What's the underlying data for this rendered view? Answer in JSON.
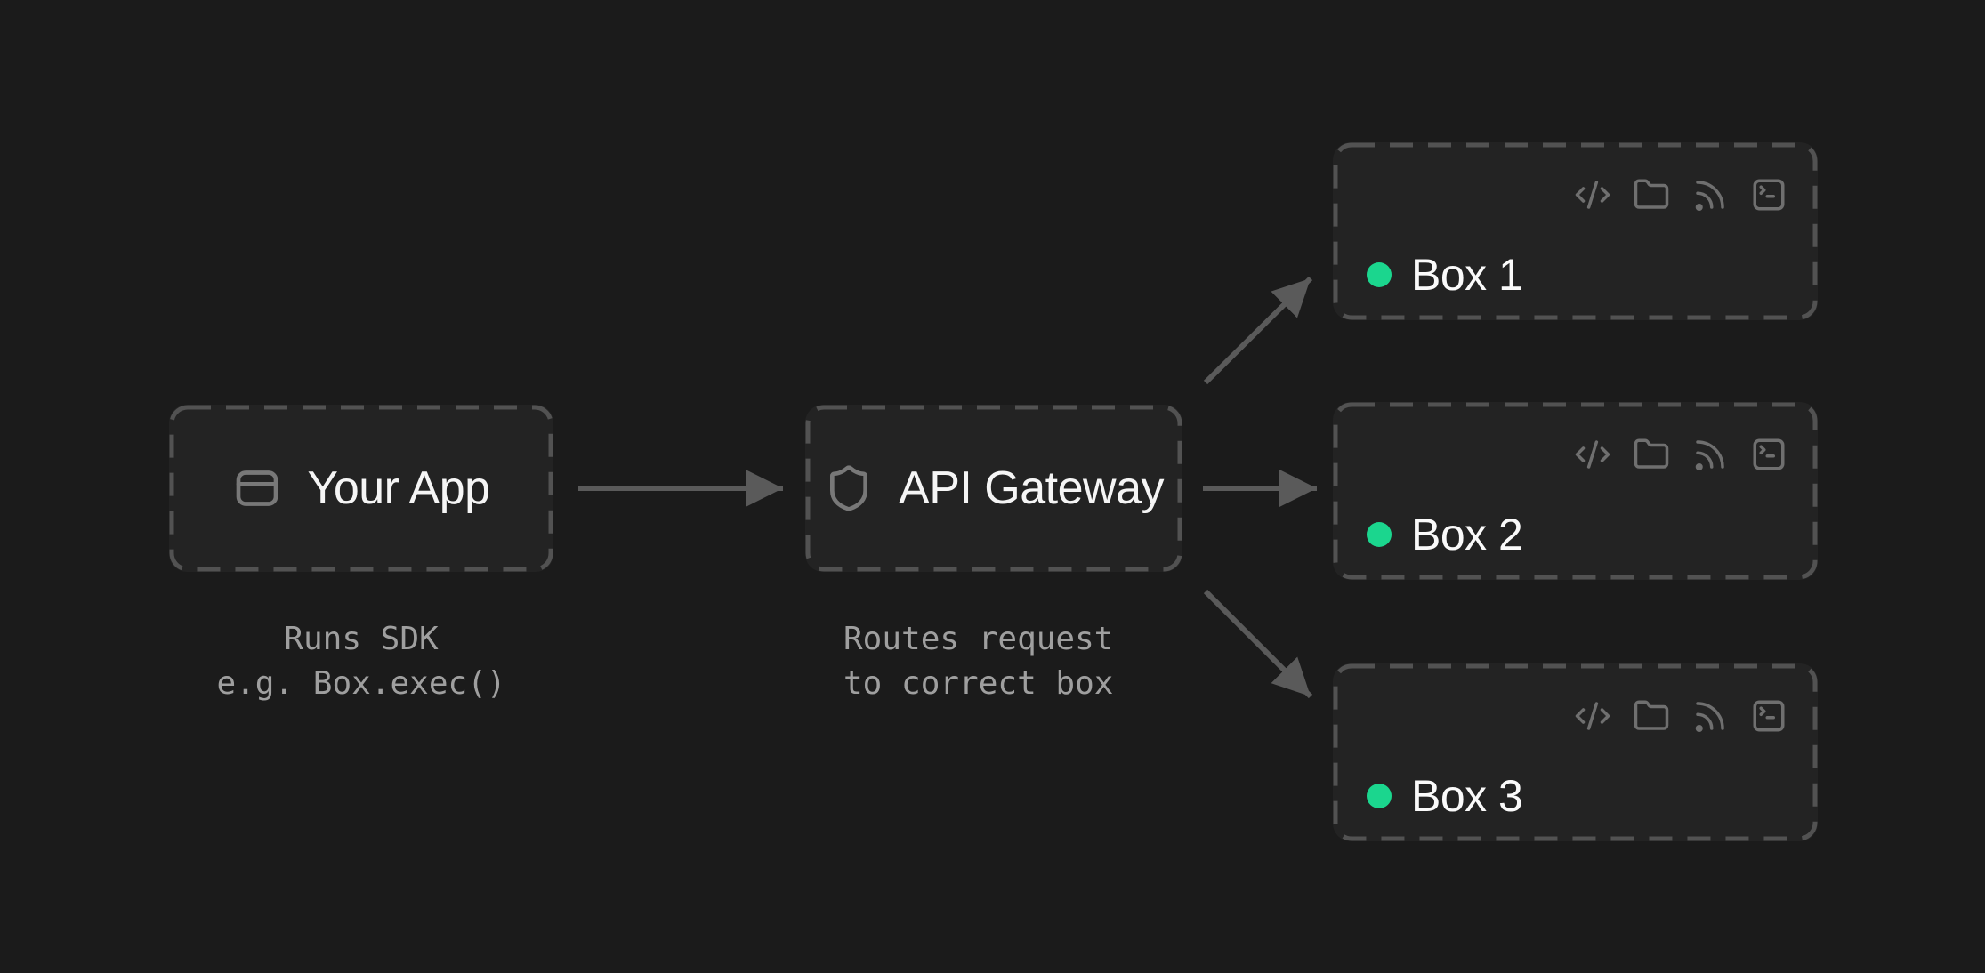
{
  "diagram": {
    "app_node": {
      "icon": "app-window-icon",
      "label": "Your App",
      "caption_lines": [
        "Runs SDK",
        "e.g. Box.exec()"
      ]
    },
    "gateway_node": {
      "icon": "shield-icon",
      "label": "API Gateway",
      "caption_lines": [
        "Routes request",
        "to correct box"
      ]
    },
    "boxes": [
      {
        "label": "Box 1",
        "toolbar_icons": [
          "code-icon",
          "folder-icon",
          "rss-icon",
          "terminal-icon"
        ]
      },
      {
        "label": "Box 2",
        "toolbar_icons": [
          "code-icon",
          "folder-icon",
          "rss-icon",
          "terminal-icon"
        ]
      },
      {
        "label": "Box 3",
        "toolbar_icons": [
          "code-icon",
          "folder-icon",
          "rss-icon",
          "terminal-icon"
        ]
      }
    ],
    "arrows": [
      {
        "from": "your-app",
        "to": "api-gateway"
      },
      {
        "from": "api-gateway",
        "to": "box-1"
      },
      {
        "from": "api-gateway",
        "to": "box-2"
      },
      {
        "from": "api-gateway",
        "to": "box-3"
      }
    ],
    "colors": {
      "background": "#1b1b1b",
      "node_fill": "#232323",
      "dashed_border": "#525252",
      "arrow": "#5a5a5a",
      "label_text": "#f5f5f5",
      "caption_text": "#9f9f9f",
      "toolbar_icon": "#6f6f6f",
      "status_green": "#1bd68e"
    }
  }
}
